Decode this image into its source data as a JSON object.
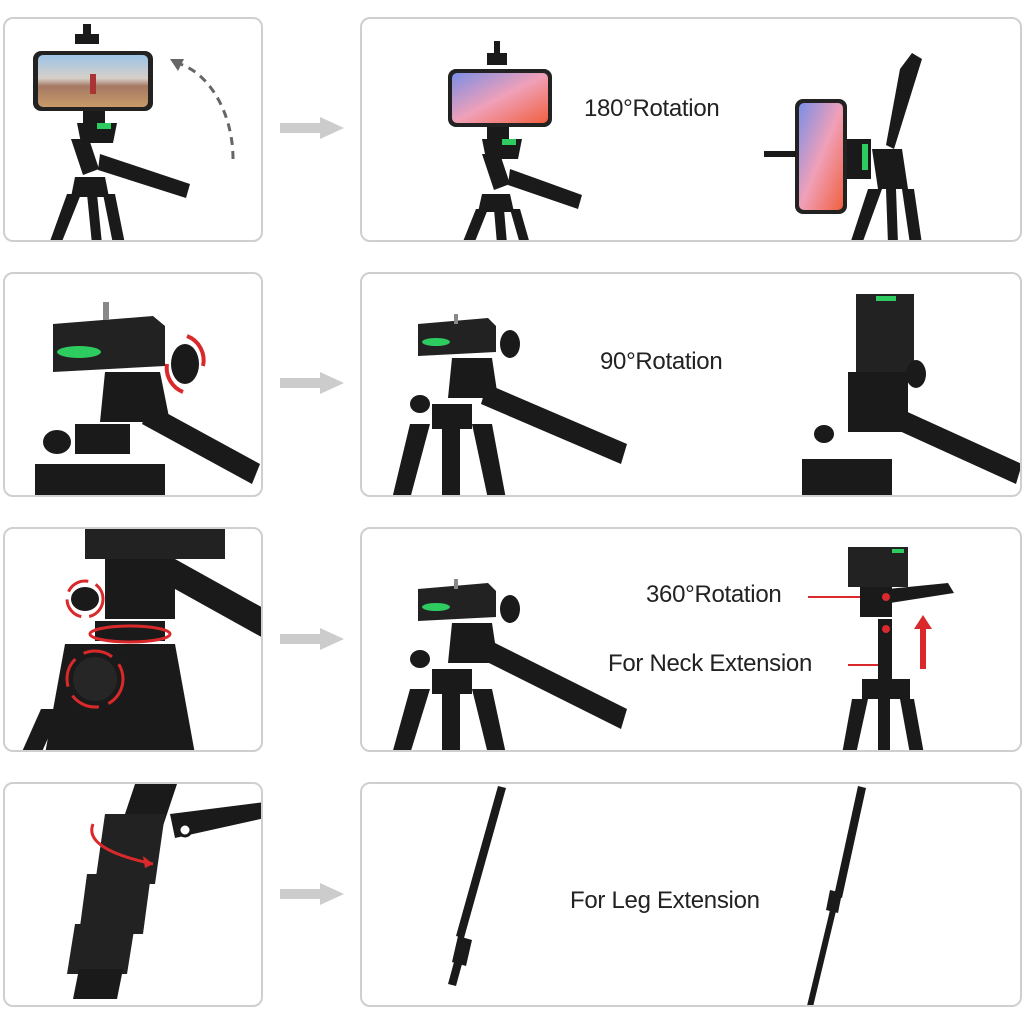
{
  "rows": [
    {
      "id": "row-180",
      "left_illustration": "tripod-with-landscape-phone-and-rotation-arrow",
      "right_illustrations": [
        "tripod-phone-landscape",
        "tripod-phone-portrait"
      ],
      "label": "180°Rotation"
    },
    {
      "id": "row-90",
      "left_illustration": "tripod-head-knob-rotation-closeup",
      "right_illustrations": [
        "tripod-head-level",
        "tripod-head-tilted-90"
      ],
      "label": "90°Rotation"
    },
    {
      "id": "row-360",
      "left_illustration": "tripod-pan-and-neck-knob-closeup",
      "right_illustrations": [
        "tripod-head-standard",
        "tripod-neck-extended"
      ],
      "labels": [
        "360°Rotation",
        "For Neck Extension"
      ]
    },
    {
      "id": "row-leg",
      "left_illustration": "leg-lock-twist-closeup",
      "right_illustrations": [
        "leg-single",
        "leg-extended"
      ],
      "label": "For Leg Extension"
    }
  ],
  "colors": {
    "panel_border": "#cfcfcf",
    "arrow": "#cccccc",
    "accent_red": "#d9292b",
    "level_green": "#2ecc60",
    "tripod": "#1a1a1a"
  }
}
